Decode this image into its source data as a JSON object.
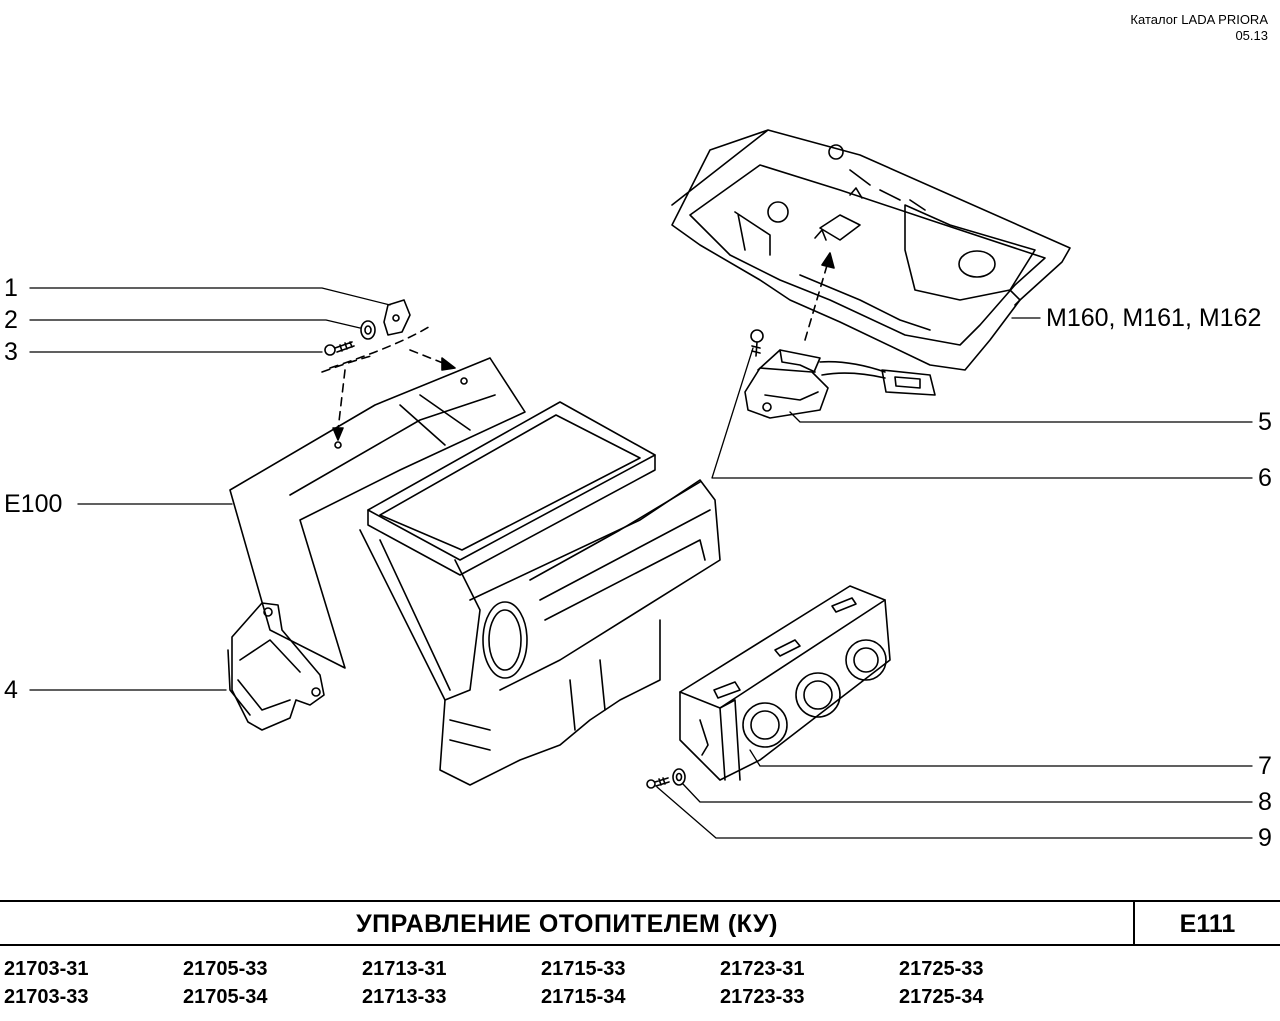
{
  "header": {
    "catalog": "Каталог  LADA  PRIORA",
    "date": "05.13"
  },
  "callouts": {
    "c1": "1",
    "c2": "2",
    "c3": "3",
    "c4": "4",
    "c5": "5",
    "c6": "6",
    "c7": "7",
    "c8": "8",
    "c9": "9",
    "e100": "E100",
    "m160": "M160, M161, M162"
  },
  "title": {
    "text": "УПРАВЛЕНИЕ  ОТОПИТЕЛЕМ  (КУ)",
    "code": "E111"
  },
  "models": {
    "row1": [
      "21703-31",
      "21705-33",
      "21713-31",
      "21715-33",
      "21723-31",
      "21725-33"
    ],
    "row2": [
      "21703-33",
      "21705-34",
      "21713-33",
      "21715-34",
      "21723-33",
      "21725-34"
    ]
  }
}
